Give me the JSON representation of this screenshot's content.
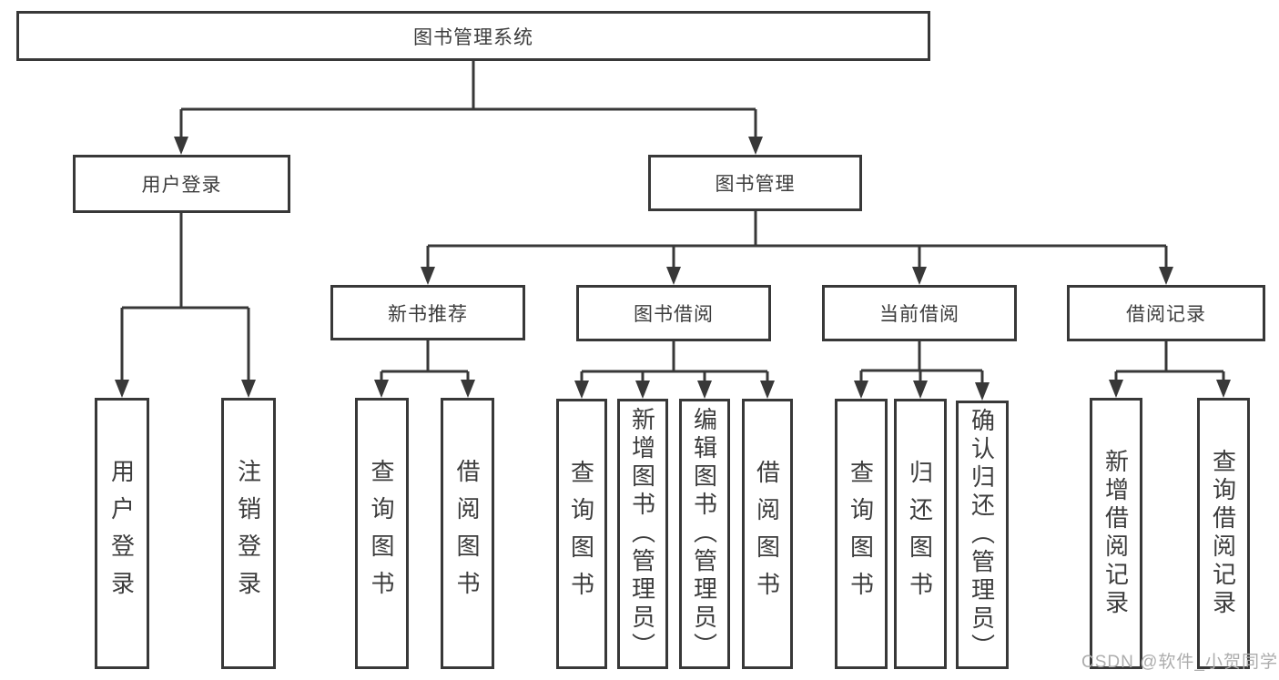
{
  "page": {
    "background": "#ffffff",
    "line_color": "#383838",
    "box_border_color": "#383838",
    "text_color": "#3c3c3c",
    "watermark_color": "#adadad"
  },
  "diagram": {
    "type": "hierarchy-tree",
    "root": {
      "label": "图书管理系统"
    },
    "branches": [
      {
        "label": "用户登录",
        "leaves": [
          "用户登录",
          "注销登录"
        ]
      },
      {
        "label": "图书管理",
        "groups": [
          {
            "label": "新书推荐",
            "leaves": [
              "查询图书",
              "借阅图书"
            ]
          },
          {
            "label": "图书借阅",
            "leaves": [
              "查询图书",
              "新增图书（管理员）",
              "编辑图书（管理员）",
              "借阅图书"
            ]
          },
          {
            "label": "当前借阅",
            "leaves": [
              "查询图书",
              "归还图书",
              "确认归还（管理员）"
            ]
          },
          {
            "label": "借阅记录",
            "leaves": [
              "新增借阅记录",
              "查询借阅记录"
            ]
          }
        ]
      }
    ]
  },
  "watermark": {
    "text": "CSDN @软件_小贺同学"
  }
}
